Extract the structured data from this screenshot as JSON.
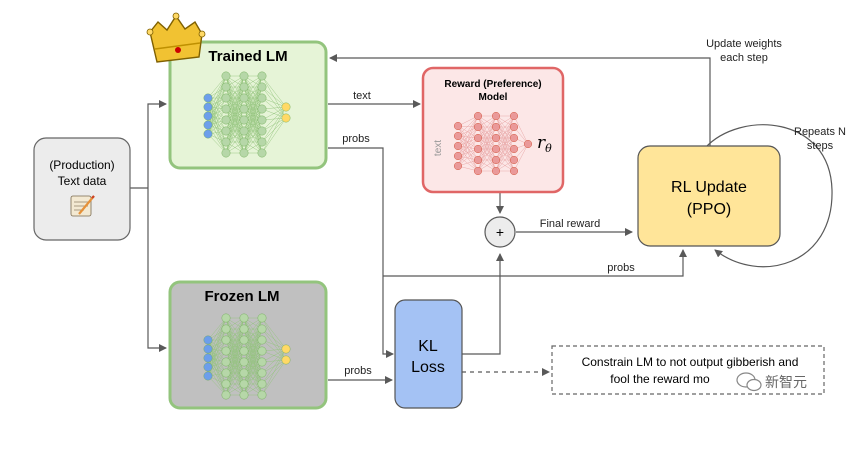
{
  "nodes": {
    "production": {
      "line1": "(Production)",
      "line2": "Text data"
    },
    "trained_lm": {
      "title": "Trained LM"
    },
    "frozen_lm": {
      "title": "Frozen LM"
    },
    "reward_model": {
      "line1": "Reward (Preference)",
      "line2": "Model",
      "side_text": "text",
      "symbol": "r",
      "symbol_sub": "θ"
    },
    "rl_update": {
      "line1": "RL Update",
      "line2": "(PPO)"
    },
    "kl_loss": {
      "line1": "KL",
      "line2": "Loss"
    },
    "sum": {
      "symbol": "+"
    },
    "constraint": {
      "line1": "Constrain LM to not output gibberish and",
      "line2": "fool the reward mo"
    }
  },
  "edge_labels": {
    "text": "text",
    "probs_trained": "probs",
    "final_reward": "Final reward",
    "probs_rl": "probs",
    "probs_frozen": "probs",
    "update_line1": "Update weights",
    "update_line2": "each step",
    "repeats_line1": "Repeats N",
    "repeats_line2": "steps"
  },
  "watermark": {
    "text": "新智元"
  },
  "colors": {
    "trained_fill": "#e6f4d7",
    "trained_stroke": "#93c47d",
    "frozen_fill": "#c0c0c0",
    "frozen_stroke": "#93c47d",
    "reward_fill": "#fce7e7",
    "reward_stroke": "#e06666",
    "rl_fill": "#ffe599",
    "rl_stroke": "#555555",
    "kl_fill": "#a4c2f4",
    "kl_stroke": "#555555",
    "production_fill": "#ececec",
    "production_stroke": "#666666",
    "node_blue": "#6d9eeb",
    "node_green": "#b6d7a8",
    "node_yellow": "#ffd966",
    "node_red": "#ea9999",
    "crown": "#f1c232",
    "arrow": "#595959"
  }
}
